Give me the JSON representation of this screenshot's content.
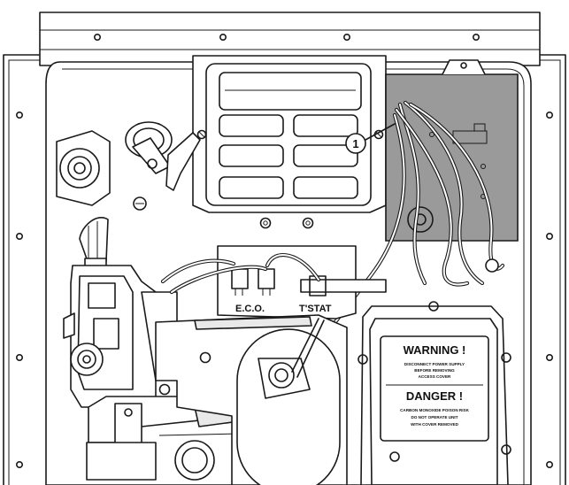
{
  "labels": {
    "eco": "E.C.O.",
    "tstat": "T'STAT",
    "callout": "1"
  },
  "warning_label": {
    "warning_title": "WARNING !",
    "warning_line1": "DISCONNECT POWER SUPPLY",
    "warning_line2": "BEFORE REMOVING",
    "warning_line3": "ACCESS COVER",
    "danger_title": "DANGER !",
    "danger_line1": "CARBON MONOXIDE POISON RISK",
    "danger_line2": "DO NOT OPERATE UNIT",
    "danger_line3": "WITH COVER REMOVED"
  },
  "colors": {
    "line": "#1a1a1a",
    "highlight_panel": "#9a9a9a",
    "background": "#ffffff"
  }
}
